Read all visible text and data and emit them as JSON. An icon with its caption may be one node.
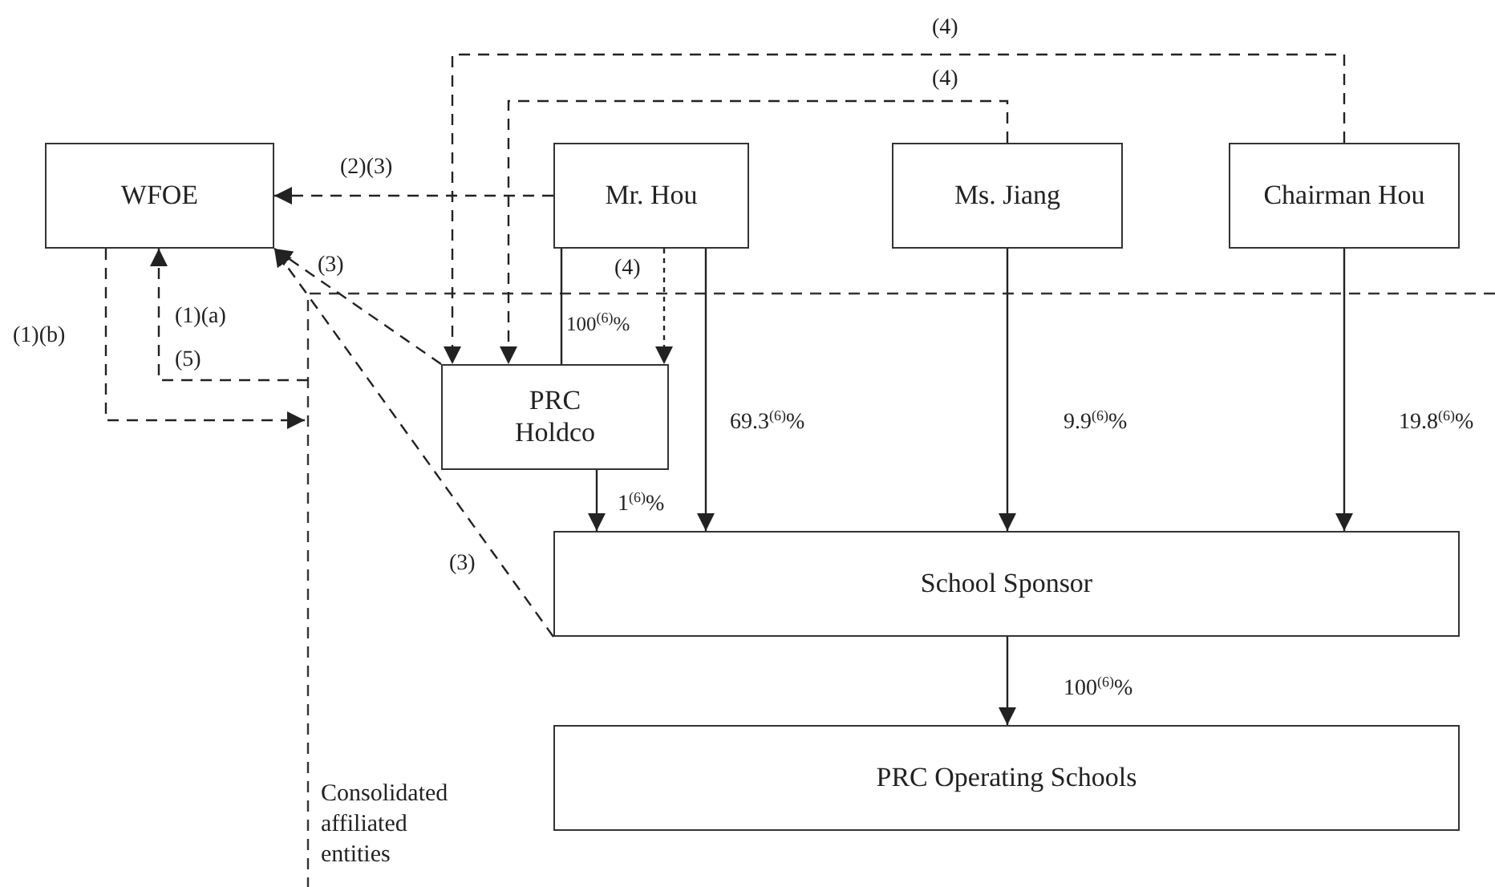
{
  "diagram": {
    "nodes": [
      {
        "text": [
          "WFOE"
        ]
      },
      {
        "text": [
          "Mr. Hou"
        ]
      },
      {
        "text": [
          "Ms. Jiang"
        ]
      },
      {
        "text": [
          "Chairman Hou"
        ]
      },
      {
        "text": [
          "PRC Holdco"
        ]
      },
      {
        "text": [
          "School Sponsor"
        ]
      },
      {
        "text": [
          "PRC Operating Schools"
        ]
      }
    ],
    "edges": [
      {
        "from": 1,
        "to": 0,
        "arrow": "to",
        "style": "dashed",
        "label": "(2)(3)"
      },
      {
        "from": 4,
        "to": 0,
        "arrow": "to",
        "style": "dashed",
        "label": "(3)"
      },
      {
        "from": 5,
        "to": 0,
        "arrow": "to",
        "style": "dashed",
        "label": "(3)"
      },
      {
        "from": null,
        "to": 0,
        "arrow": "to",
        "style": "dashed",
        "label": "(1)(a) (5)"
      },
      {
        "from": 0,
        "to": null,
        "arrow": "to",
        "style": "dashed",
        "label": "(1)(b)"
      },
      {
        "from": 2,
        "to": 4,
        "arrow": "to",
        "style": "dashed",
        "label": "(4)"
      },
      {
        "from": 3,
        "to": 4,
        "arrow": "to",
        "style": "dashed",
        "label": "(4)"
      },
      {
        "from": 1,
        "to": 4,
        "arrow": "to",
        "style": "dashed",
        "label": "(4)"
      },
      {
        "from": 1,
        "to": 4,
        "arrow": "none",
        "label": "100$^{(6)}$%"
      },
      {
        "from": 1,
        "to": 5,
        "arrow": "to",
        "label": "69.3$^{(6)}$%"
      },
      {
        "from": 4,
        "to": 5,
        "arrow": "to",
        "label": "1$^{(6)}$%"
      },
      {
        "from": 2,
        "to": 5,
        "arrow": "to",
        "label": "9.9$^{(6)}$%"
      },
      {
        "from": 3,
        "to": 5,
        "arrow": "to",
        "label": "19.8$^{(6)}$%"
      },
      {
        "from": 5,
        "to": 6,
        "arrow": "to",
        "label": "100$^{(6)}$%"
      }
    ],
    "labels": [
      "Consolidated affiliated entities"
    ]
  }
}
